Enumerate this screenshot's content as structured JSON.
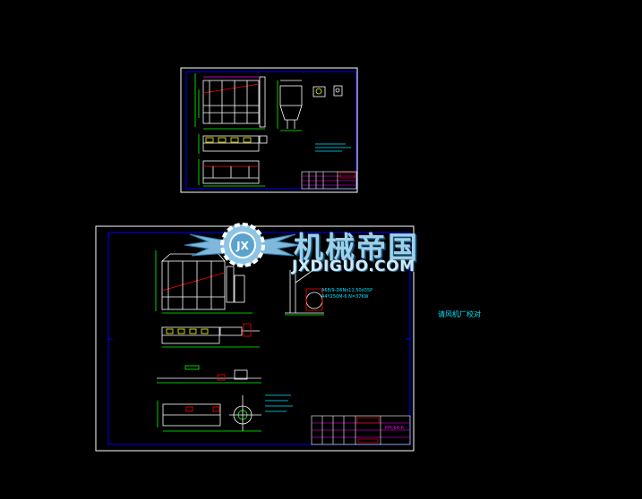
{
  "drawing": {
    "side_note": "请风机厂校对",
    "motor_spec_1": "A68/9-D6No11.50d35P",
    "motor_spec_2": "A4Y250M-6 N=37KW",
    "title_block_code": "PPC64-6"
  },
  "watermark": {
    "logo_letters": "JX",
    "chinese": "机械帝国",
    "domain": "JXDIGUO.COM"
  },
  "colors": {
    "background": "#000000",
    "frame": "#0000ff",
    "lines": "#ffffff",
    "dims": "#00ff00",
    "notes": "#00e5ff",
    "red": "#ff0000",
    "magenta": "#ff00ff"
  }
}
